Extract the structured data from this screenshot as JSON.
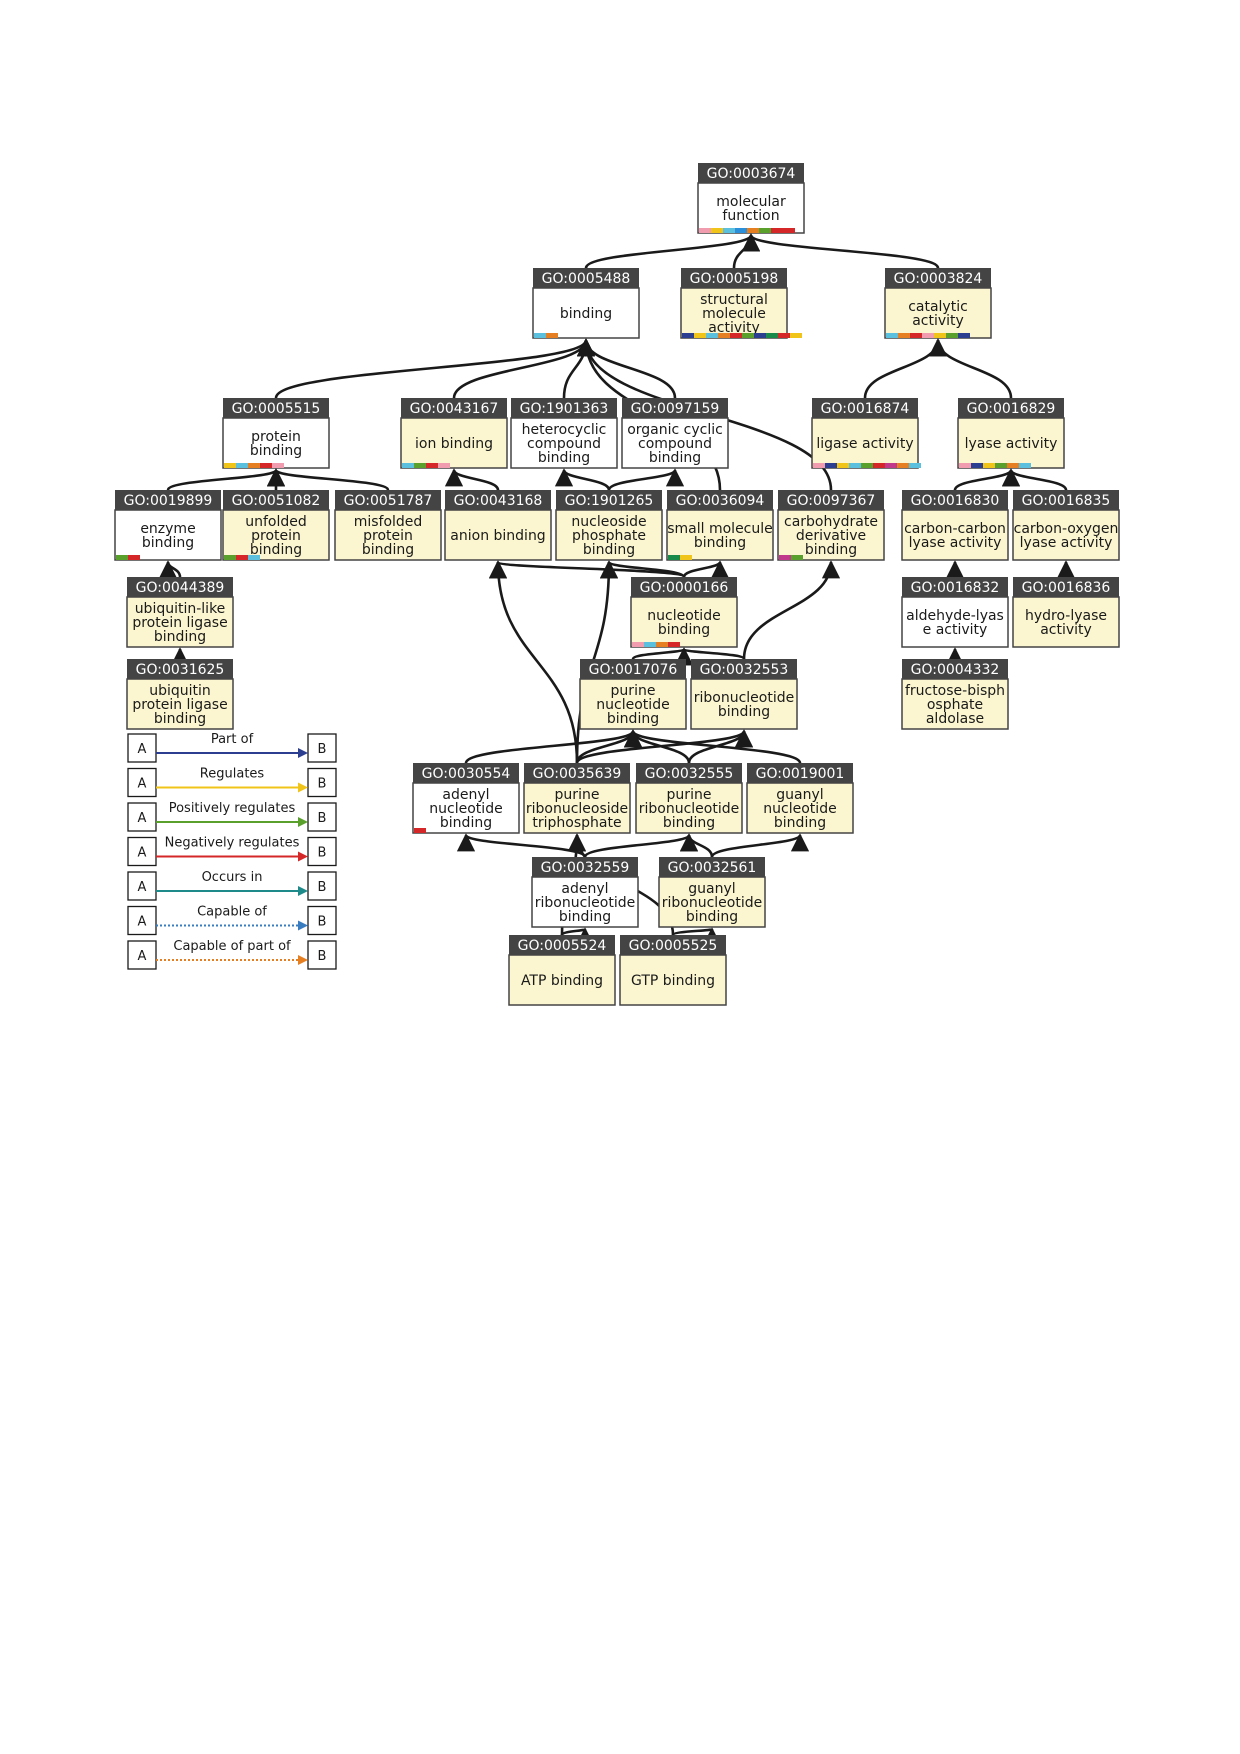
{
  "colors": {
    "header": "#444444",
    "highlight": "#fbf6cf",
    "plain": "#ffffff",
    "border": "#444444",
    "edge": "#1a1a1a"
  },
  "nodes": [
    {
      "key": "n3674",
      "id": "GO:0003674",
      "label": [
        "molecular",
        "function"
      ],
      "hl": false,
      "bars": [
        "#f29cb0",
        "#f0c419",
        "#5bc0de",
        "#2b8fd9",
        "#e67e22",
        "#5aa02c",
        "#d62728",
        "#d62728"
      ]
    },
    {
      "key": "n5488",
      "id": "GO:0005488",
      "label": [
        "binding"
      ],
      "hl": false,
      "bars": [
        "#5bc0de",
        "#e67e22"
      ]
    },
    {
      "key": "n5198",
      "id": "GO:0005198",
      "label": [
        "structural",
        "molecule",
        "activity"
      ],
      "hl": true,
      "bars": [
        "#2c3e8f",
        "#f0c419",
        "#5bc0de",
        "#e67e22",
        "#d62728",
        "#5aa02c",
        "#2c3e8f",
        "#1a8a4a",
        "#d62728",
        "#f0c419"
      ]
    },
    {
      "key": "n3824",
      "id": "GO:0003824",
      "label": [
        "catalytic",
        "activity"
      ],
      "hl": true,
      "bars": [
        "#5bc0de",
        "#e67e22",
        "#d62728",
        "#f29cb0",
        "#f0c419",
        "#5aa02c",
        "#2c3e8f"
      ]
    },
    {
      "key": "n5515",
      "id": "GO:0005515",
      "label": [
        "protein",
        "binding"
      ],
      "hl": false,
      "bars": [
        "#f0c419",
        "#5bc0de",
        "#e67e22",
        "#d62728",
        "#f29cb0"
      ]
    },
    {
      "key": "n43167",
      "id": "GO:0043167",
      "label": [
        "ion binding"
      ],
      "hl": true,
      "bars": [
        "#5bc0de",
        "#5aa02c",
        "#d62728",
        "#f29cb0"
      ]
    },
    {
      "key": "n1901363",
      "id": "GO:1901363",
      "label": [
        "heterocyclic",
        "compound",
        "binding"
      ],
      "hl": false,
      "bars": []
    },
    {
      "key": "n97159",
      "id": "GO:0097159",
      "label": [
        "organic cyclic",
        "compound",
        "binding"
      ],
      "hl": false,
      "bars": []
    },
    {
      "key": "n16874",
      "id": "GO:0016874",
      "label": [
        "ligase activity"
      ],
      "hl": true,
      "bars": [
        "#f29cb0",
        "#2c3e8f",
        "#f0c419",
        "#5bc0de",
        "#5aa02c",
        "#d62728",
        "#c0398a",
        "#e67e22",
        "#5bc0de"
      ]
    },
    {
      "key": "n16829",
      "id": "GO:0016829",
      "label": [
        "lyase activity"
      ],
      "hl": true,
      "bars": [
        "#f29cb0",
        "#2c3e8f",
        "#f0c419",
        "#5aa02c",
        "#e67e22",
        "#5bc0de"
      ]
    },
    {
      "key": "n19899",
      "id": "GO:0019899",
      "label": [
        "enzyme",
        "binding"
      ],
      "hl": false,
      "bars": [
        "#5aa02c",
        "#d62728"
      ]
    },
    {
      "key": "n51082",
      "id": "GO:0051082",
      "label": [
        "unfolded",
        "protein",
        "binding"
      ],
      "hl": true,
      "bars": [
        "#5aa02c",
        "#d62728",
        "#5bc0de"
      ]
    },
    {
      "key": "n51787",
      "id": "GO:0051787",
      "label": [
        "misfolded",
        "protein",
        "binding"
      ],
      "hl": true,
      "bars": []
    },
    {
      "key": "n43168",
      "id": "GO:0043168",
      "label": [
        "anion binding"
      ],
      "hl": true,
      "bars": []
    },
    {
      "key": "n1901265",
      "id": "GO:1901265",
      "label": [
        "nucleoside",
        "phosphate",
        "binding"
      ],
      "hl": true,
      "bars": []
    },
    {
      "key": "n36094",
      "id": "GO:0036094",
      "label": [
        "small molecule",
        "binding"
      ],
      "hl": true,
      "bars": [
        "#1a8a4a",
        "#f0c419"
      ]
    },
    {
      "key": "n97367",
      "id": "GO:0097367",
      "label": [
        "carbohydrate",
        "derivative",
        "binding"
      ],
      "hl": true,
      "bars": [
        "#c0398a",
        "#5aa02c"
      ]
    },
    {
      "key": "n16830",
      "id": "GO:0016830",
      "label": [
        "carbon-carbon",
        "lyase activity"
      ],
      "hl": true,
      "bars": []
    },
    {
      "key": "n16835",
      "id": "GO:0016835",
      "label": [
        "carbon-oxygen",
        "lyase activity"
      ],
      "hl": true,
      "bars": []
    },
    {
      "key": "n44389",
      "id": "GO:0044389",
      "label": [
        "ubiquitin-like",
        "protein ligase",
        "binding"
      ],
      "hl": true,
      "bars": []
    },
    {
      "key": "n166",
      "id": "GO:0000166",
      "label": [
        "nucleotide",
        "binding"
      ],
      "hl": true,
      "bars": [
        "#f29cb0",
        "#5bc0de",
        "#e67e22",
        "#d62728"
      ]
    },
    {
      "key": "n16832",
      "id": "GO:0016832",
      "label": [
        "aldehyde-lyas",
        "e activity"
      ],
      "hl": false,
      "bars": []
    },
    {
      "key": "n16836",
      "id": "GO:0016836",
      "label": [
        "hydro-lyase",
        "activity"
      ],
      "hl": true,
      "bars": []
    },
    {
      "key": "n31625",
      "id": "GO:0031625",
      "label": [
        "ubiquitin",
        "protein ligase",
        "binding"
      ],
      "hl": true,
      "bars": []
    },
    {
      "key": "n17076",
      "id": "GO:0017076",
      "label": [
        "purine",
        "nucleotide",
        "binding"
      ],
      "hl": true,
      "bars": []
    },
    {
      "key": "n32553",
      "id": "GO:0032553",
      "label": [
        "ribonucleotide",
        "binding"
      ],
      "hl": true,
      "bars": []
    },
    {
      "key": "n4332",
      "id": "GO:0004332",
      "label": [
        "fructose-bisph",
        "osphate",
        "aldolase"
      ],
      "hl": true,
      "bars": []
    },
    {
      "key": "n30554",
      "id": "GO:0030554",
      "label": [
        "adenyl",
        "nucleotide",
        "binding"
      ],
      "hl": false,
      "bars": [
        "#d62728"
      ]
    },
    {
      "key": "n35639",
      "id": "GO:0035639",
      "label": [
        "purine",
        "ribonucleoside",
        "triphosphate"
      ],
      "hl": true,
      "bars": []
    },
    {
      "key": "n32555",
      "id": "GO:0032555",
      "label": [
        "purine",
        "ribonucleotide",
        "binding"
      ],
      "hl": true,
      "bars": []
    },
    {
      "key": "n19001",
      "id": "GO:0019001",
      "label": [
        "guanyl",
        "nucleotide",
        "binding"
      ],
      "hl": true,
      "bars": []
    },
    {
      "key": "n32559",
      "id": "GO:0032559",
      "label": [
        "adenyl",
        "ribonucleotide",
        "binding"
      ],
      "hl": false,
      "bars": []
    },
    {
      "key": "n32561",
      "id": "GO:0032561",
      "label": [
        "guanyl",
        "ribonucleotide",
        "binding"
      ],
      "hl": true,
      "bars": []
    },
    {
      "key": "n5524",
      "id": "GO:0005524",
      "label": [
        "ATP binding"
      ],
      "hl": true,
      "bars": []
    },
    {
      "key": "n5525",
      "id": "GO:0005525",
      "label": [
        "GTP binding"
      ],
      "hl": true,
      "bars": []
    }
  ],
  "edges": [
    [
      "n5488",
      "n3674"
    ],
    [
      "n5198",
      "n3674"
    ],
    [
      "n3824",
      "n3674"
    ],
    [
      "n5515",
      "n5488"
    ],
    [
      "n43167",
      "n5488"
    ],
    [
      "n1901363",
      "n5488"
    ],
    [
      "n97159",
      "n5488"
    ],
    [
      "n36094",
      "n5488"
    ],
    [
      "n97367",
      "n5488"
    ],
    [
      "n16874",
      "n3824"
    ],
    [
      "n16829",
      "n3824"
    ],
    [
      "n19899",
      "n5515"
    ],
    [
      "n51082",
      "n5515"
    ],
    [
      "n51787",
      "n5515"
    ],
    [
      "n43168",
      "n43167"
    ],
    [
      "n1901265",
      "n1901363"
    ],
    [
      "n1901265",
      "n97159"
    ],
    [
      "n16830",
      "n16829"
    ],
    [
      "n16835",
      "n16829"
    ],
    [
      "n44389",
      "n19899"
    ],
    [
      "n31625",
      "n44389"
    ],
    [
      "n166",
      "n1901265"
    ],
    [
      "n166",
      "n36094"
    ],
    [
      "n166",
      "n43168"
    ],
    [
      "n16832",
      "n16830"
    ],
    [
      "n16836",
      "n16835"
    ],
    [
      "n4332",
      "n16832"
    ],
    [
      "n17076",
      "n166"
    ],
    [
      "n32553",
      "n166"
    ],
    [
      "n32553",
      "n97367"
    ],
    [
      "n30554",
      "n17076"
    ],
    [
      "n35639",
      "n17076"
    ],
    [
      "n35639",
      "n32553"
    ],
    [
      "n35639",
      "n1901265"
    ],
    [
      "n35639",
      "n43168"
    ],
    [
      "n32555",
      "n17076"
    ],
    [
      "n32555",
      "n32553"
    ],
    [
      "n19001",
      "n17076"
    ],
    [
      "n32559",
      "n30554"
    ],
    [
      "n32559",
      "n32555"
    ],
    [
      "n32561",
      "n32555"
    ],
    [
      "n32561",
      "n19001"
    ],
    [
      "n5524",
      "n32559"
    ],
    [
      "n5524",
      "n35639"
    ],
    [
      "n5525",
      "n32561"
    ],
    [
      "n5525",
      "n35639"
    ]
  ],
  "legend": {
    "a_label": "A",
    "b_label": "B",
    "items": [
      {
        "label": "Part of",
        "color": "#2c3e8f",
        "dotted": false
      },
      {
        "label": "Regulates",
        "color": "#f0c419",
        "dotted": false
      },
      {
        "label": "Positively regulates",
        "color": "#5aa02c",
        "dotted": false
      },
      {
        "label": "Negatively regulates",
        "color": "#d62728",
        "dotted": false
      },
      {
        "label": "Occurs in",
        "color": "#1f8a8a",
        "dotted": false
      },
      {
        "label": "Capable of",
        "color": "#3a7cc0",
        "dotted": true
      },
      {
        "label": "Capable of part of",
        "color": "#e67e22",
        "dotted": true
      }
    ]
  }
}
